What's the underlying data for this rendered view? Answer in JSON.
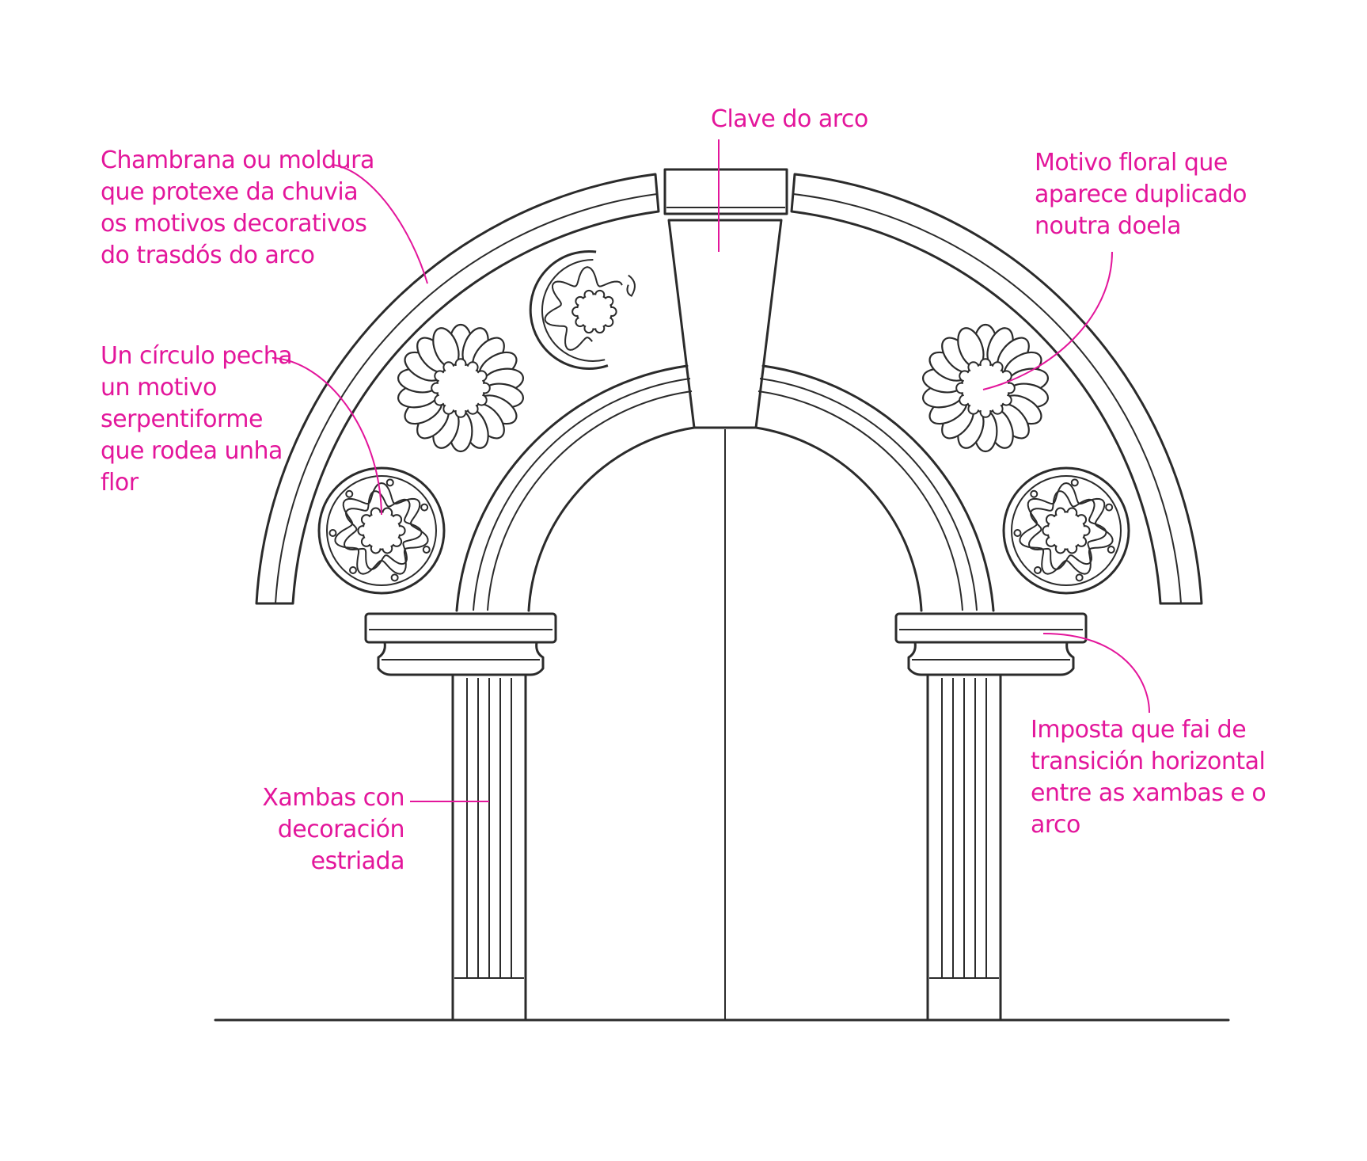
{
  "colors": {
    "ink": "#2b2b2b",
    "label": "#e3169b",
    "background": "#ffffff"
  },
  "labels": {
    "chambrana": "Chambrana ou moldura\nque protexe da chuvia\nos motivos decorativos\ndo trasdós do arco",
    "clave": "Clave do arco",
    "motivo_floral": "Motivo floral que\naparece duplicado\nnoutra doela",
    "circulo": "Un círculo pecha\nun motivo\nserpentiforme\nque rodea unha\nflor",
    "xambas": "Xambas con\ndecoración\nestriada",
    "imposta": "Imposta que fai de\ntransición horizontal\nentre as xambas e o\narco"
  }
}
